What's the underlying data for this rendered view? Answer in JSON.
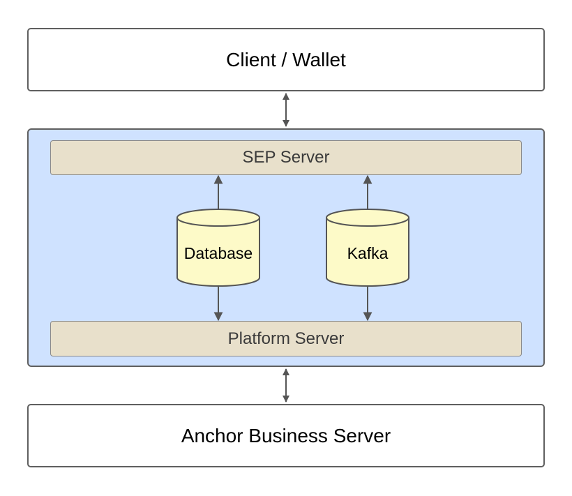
{
  "diagram": {
    "client": {
      "label": "Client / Wallet"
    },
    "sep_server": {
      "label": "SEP Server"
    },
    "database": {
      "label": "Database"
    },
    "kafka": {
      "label": "Kafka"
    },
    "platform_server": {
      "label": "Platform Server"
    },
    "anchor_server": {
      "label": "Anchor Business Server"
    }
  },
  "colors": {
    "outer_border": "#5f5f5f",
    "container_fill": "#cfe2ff",
    "server_bar_fill": "#e8e0cb",
    "store_fill": "#fdfac8",
    "arrow": "#555555"
  }
}
